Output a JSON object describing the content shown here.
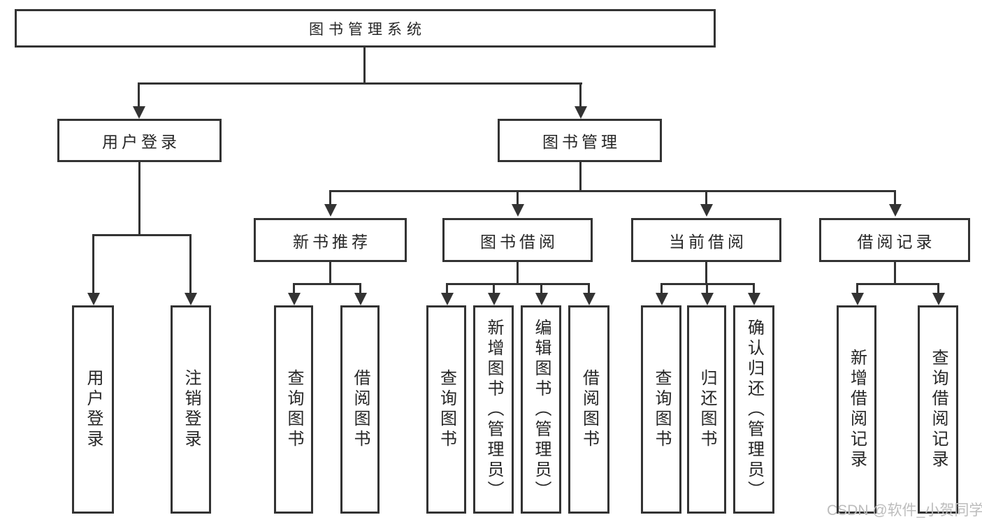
{
  "diagram_type": "hierarchy-tree",
  "tree": {
    "root": "图书管理系统",
    "children": [
      {
        "label": "用户登录",
        "children": [
          {
            "label": "用户登录"
          },
          {
            "label": "注销登录"
          }
        ]
      },
      {
        "label": "图书管理",
        "children": [
          {
            "label": "新书推荐",
            "children": [
              {
                "label": "查询图书"
              },
              {
                "label": "借阅图书"
              }
            ]
          },
          {
            "label": "图书借阅",
            "children": [
              {
                "label": "查询图书"
              },
              {
                "label": "新增图书（管理员）"
              },
              {
                "label": "编辑图书（管理员）"
              },
              {
                "label": "借阅图书"
              }
            ]
          },
          {
            "label": "当前借阅",
            "children": [
              {
                "label": "查询图书"
              },
              {
                "label": "归还图书"
              },
              {
                "label": "确认归还（管理员）"
              }
            ]
          },
          {
            "label": "借阅记录",
            "children": [
              {
                "label": "新增借阅记录"
              },
              {
                "label": "查询借阅记录"
              }
            ]
          }
        ]
      }
    ]
  },
  "watermark": {
    "text": "CSDN @软件_小贺同学"
  },
  "colors": {
    "background": "#ffffff",
    "border_line": "#333333",
    "text": "#262626",
    "watermark": "#bcbcbc"
  }
}
